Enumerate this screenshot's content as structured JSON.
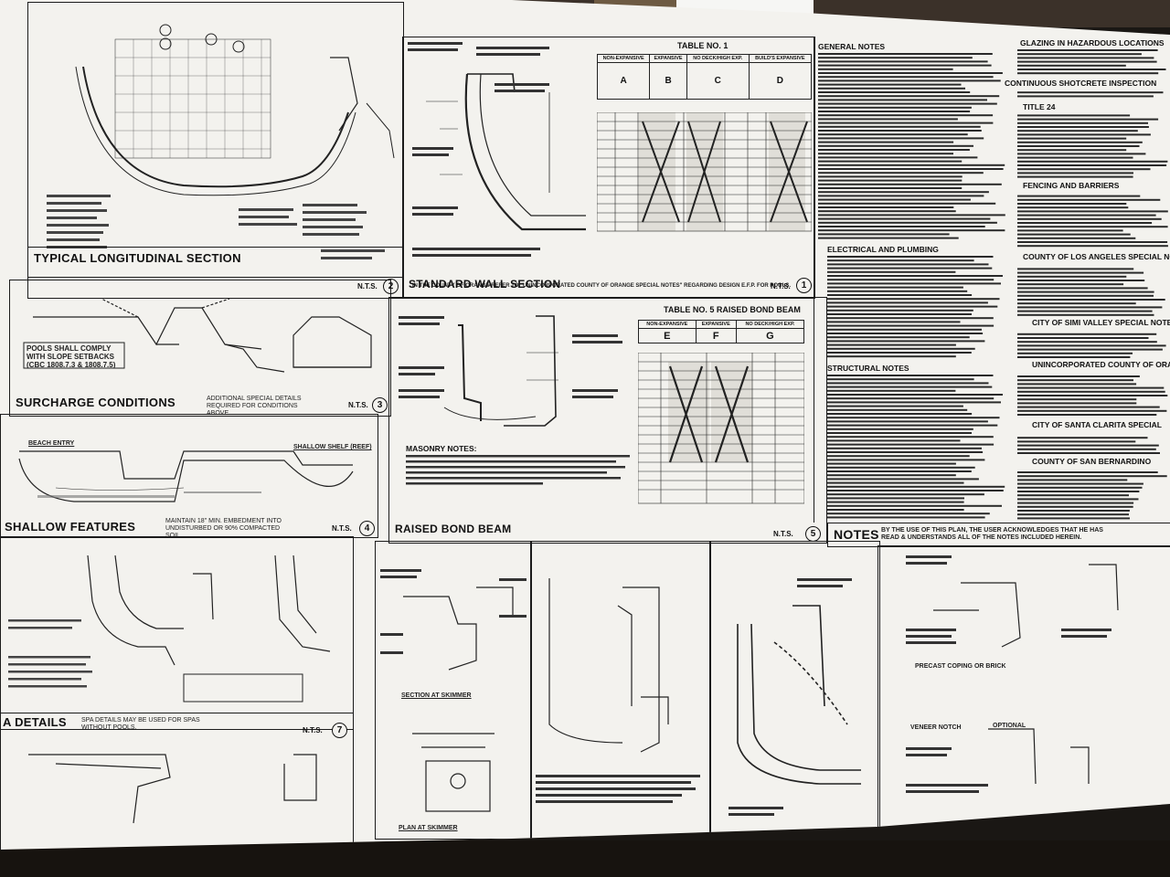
{
  "sheet": {
    "panels": {
      "typical_longitudinal_section": {
        "title": "TYPICAL LONGITUDINAL SECTION",
        "scale": "N.T.S.",
        "number": "2"
      },
      "standard_wall_section": {
        "title": "STANDARD WALL SECTION",
        "scale": "N.T.S.",
        "number": "1",
        "subtitle": "IN THE COUNTY OF ORANGE REFER TO \"UNINCORPORATED COUNTY OF ORANGE SPECIAL NOTES\" REGARDING DESIGN E.F.P. FOR POOLS."
      },
      "surcharge_conditions": {
        "title": "SURCHARGE CONDITIONS",
        "subtitle": "ADDITIONAL SPECIAL DETAILS REQUIRED FOR CONDITIONS ABOVE",
        "scale": "N.T.S.",
        "number": "3",
        "note": "POOLS SHALL COMPLY WITH SLOPE SETBACKS (CBC 1808.7.3 & 1808.7.5)"
      },
      "shallow_features": {
        "title": "SHALLOW FEATURES",
        "subtitle": "MAINTAIN 18\" MIN. EMBEDMENT INTO UNDISTURBED OR 90% COMPACTED SOIL",
        "scale": "N.T.S.",
        "number": "4",
        "labels": [
          "BEACH ENTRY",
          "SHALLOW SHELF (REEF)"
        ]
      },
      "raised_bond_beam": {
        "title": "RAISED BOND BEAM",
        "scale": "N.T.S.",
        "number": "5"
      },
      "spa_details": {
        "title": "A DETAILS",
        "subtitle": "SPA DETAILS MAY BE USED FOR SPAS WITHOUT POOLS.",
        "scale": "N.T.S.",
        "number": "7"
      },
      "notes": {
        "title": "NOTES",
        "statement": "BY THE USE OF THIS PLAN, THE USER ACKNOWLEDGES THAT HE HAS READ & UNDERSTANDS ALL OF THE NOTES INCLUDED HEREIN."
      }
    },
    "tables": {
      "table1": {
        "title": "TABLE NO. 1",
        "headers": [
          "NON-EXPANSIVE",
          "EXPANSIVE",
          "NO DECK/HIGH EXP.",
          "BUILD'S EXPANSIVE"
        ],
        "columns": [
          "A",
          "B",
          "C",
          "D"
        ]
      },
      "table5": {
        "title": "TABLE NO. 5 RAISED BOND BEAM",
        "headers": [
          "NON-EXPANSIVE",
          "EXPANSIVE",
          "NO DECK/HIGH EXP."
        ],
        "columns": [
          "E",
          "F",
          "G"
        ]
      }
    },
    "masonry_notes_title": "MASONRY NOTES:",
    "right_column": {
      "general_notes": "GENERAL NOTES",
      "glazing": "GLAZING IN HAZARDOUS LOCATIONS",
      "continuous_shotcrete": "CONTINUOUS SHOTCRETE INSPECTION",
      "title24": "TITLE 24",
      "fencing": "FENCING AND BARRIERS",
      "la_county": "COUNTY OF LOS ANGELES SPECIAL NOTES",
      "simi_valley": "CITY OF SIMI VALLEY SPECIAL NOTES",
      "orange": "UNINCORPORATED COUNTY OF ORANGE",
      "santa_clarita": "CITY OF SANTA CLARITA SPECIAL",
      "san_bernardino": "COUNTY OF SAN BERNARDINO",
      "electrical": "ELECTRICAL AND PLUMBING",
      "structural": "STRUCTURAL NOTES"
    },
    "details": {
      "section_at_skimmer": "SECTION AT SKIMMER",
      "plan_at_skimmer": "PLAN AT SKIMMER",
      "precast_coping": "PRECAST COPING OR BRICK",
      "veneer_notch": "VENEER NOTCH",
      "optional": "OPTIONAL"
    }
  }
}
